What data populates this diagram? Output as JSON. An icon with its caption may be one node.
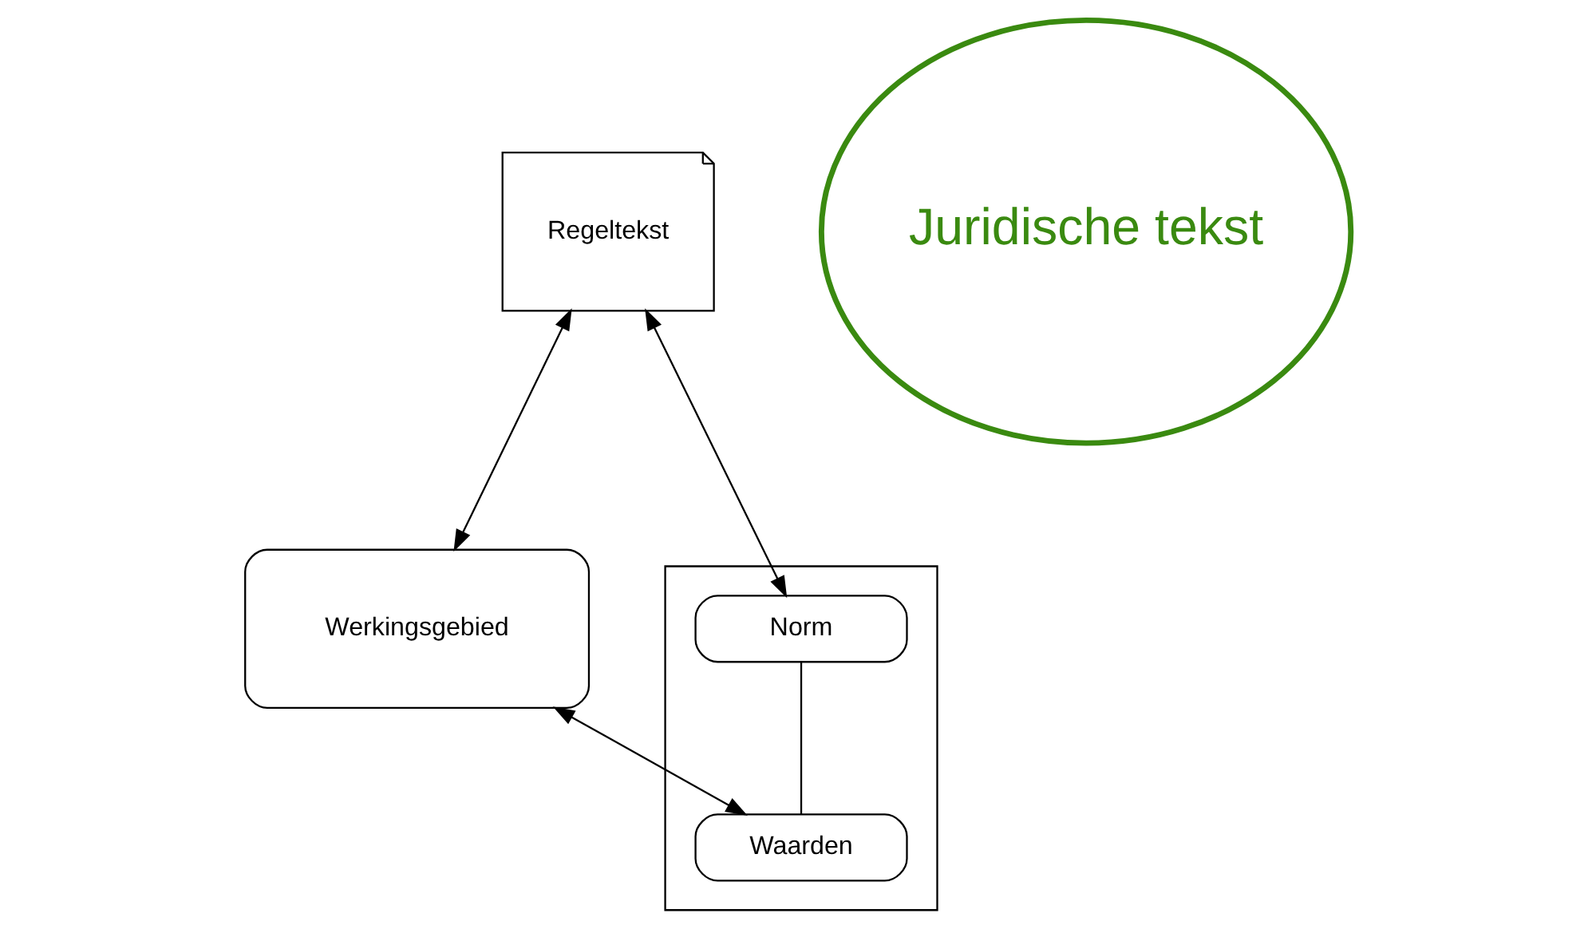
{
  "diagram": {
    "nodes": [
      {
        "text": [
          "Regeltekst"
        ]
      },
      {
        "text": [
          "Werkingsgebied"
        ]
      },
      {
        "text": [],
        "shape": "box"
      },
      {
        "text": [
          "Norm"
        ],
        "in": 2
      },
      {
        "text": [
          "Waarden"
        ],
        "in": 2
      },
      {
        "text": [
          "Juridische tekst"
        ]
      }
    ],
    "edges": [
      {
        "from": 0,
        "to": 1,
        "arrow": "both"
      },
      {
        "from": 0,
        "to": 3,
        "arrow": "both"
      },
      {
        "from": 3,
        "to": 4,
        "arrow": "none"
      },
      {
        "from": 1,
        "to": 4,
        "arrow": "both"
      }
    ]
  }
}
